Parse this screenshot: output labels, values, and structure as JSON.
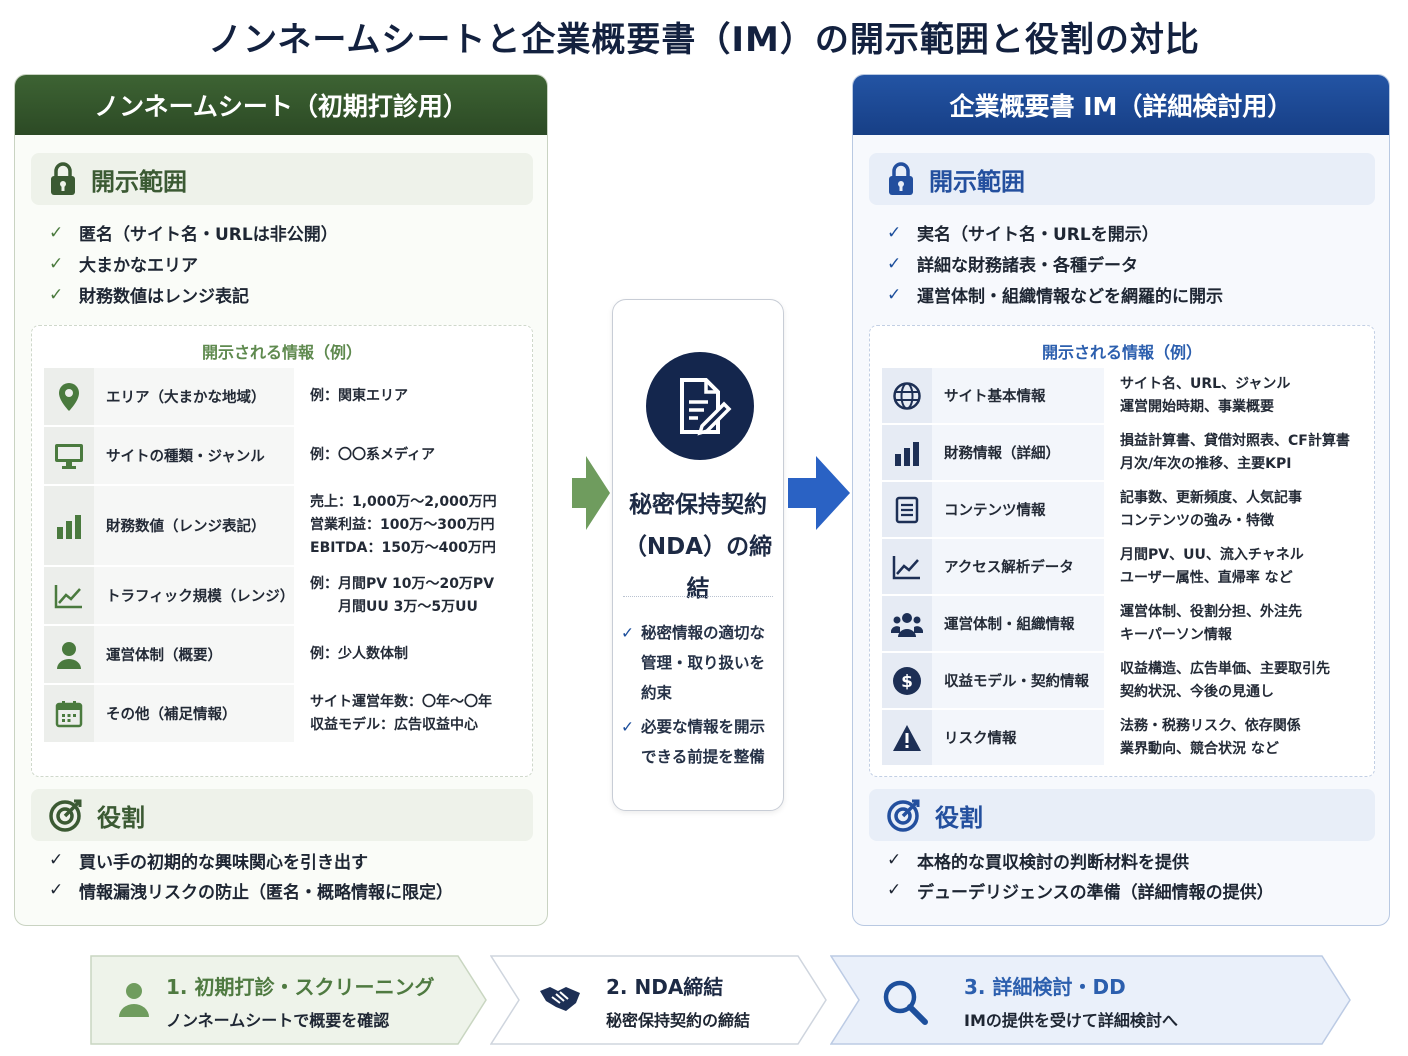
{
  "title": "ノンネームシートと企業概要書（IM）の開示範囲と役割の対比",
  "colors": {
    "green": "#2c4a25",
    "blue": "#173f86",
    "navy": "#14264d"
  },
  "left": {
    "header": "ノンネームシート（初期打診用）",
    "scope_heading": "開示範囲",
    "scope_items": [
      "匿名（サイト名・URLは非公開）",
      "大まかなエリア",
      "財務数値はレンジ表記"
    ],
    "info_title": "開示される情報（例）",
    "rows": [
      {
        "icon": "location-pin-icon",
        "label": "エリア（大まかな地域）",
        "values": [
          "例：関東エリア"
        ]
      },
      {
        "icon": "monitor-icon",
        "label": "サイトの種類・ジャンル",
        "values": [
          "例：〇〇系メディア"
        ]
      },
      {
        "icon": "bar-chart-icon",
        "label": "財務数値（レンジ表記）",
        "values": [
          "売上：1,000万～2,000万円",
          "営業利益：100万～300万円",
          "EBITDA：150万～400万円"
        ]
      },
      {
        "icon": "line-chart-icon",
        "label": "トラフィック規模（レンジ）",
        "values": [
          "例：月間PV 10万～20万PV",
          "　　月間UU 3万～5万UU"
        ]
      },
      {
        "icon": "person-icon",
        "label": "運営体制（概要）",
        "values": [
          "例：少人数体制"
        ]
      },
      {
        "icon": "calendar-icon",
        "label": "その他（補足情報）",
        "values": [
          "サイト運営年数：〇年～〇年",
          "収益モデル：広告収益中心"
        ]
      }
    ],
    "role_heading": "役割",
    "role_items": [
      "買い手の初期的な興味関心を引き出す",
      "情報漏洩リスクの防止（匿名・概略情報に限定）"
    ]
  },
  "right": {
    "header": "企業概要書 IM（詳細検討用）",
    "scope_heading": "開示範囲",
    "scope_items": [
      "実名（サイト名・URLを開示）",
      "詳細な財務諸表・各種データ",
      "運営体制・組織情報などを網羅的に開示"
    ],
    "info_title": "開示される情報（例）",
    "rows": [
      {
        "icon": "globe-icon",
        "label": "サイト基本情報",
        "values": [
          "サイト名、URL、ジャンル",
          "運営開始時期、事業概要"
        ]
      },
      {
        "icon": "bar-chart-icon",
        "label": "財務情報（詳細）",
        "values": [
          "損益計算書、貸借対照表、CF計算書",
          "月次/年次の推移、主要KPI"
        ]
      },
      {
        "icon": "document-icon",
        "label": "コンテンツ情報",
        "values": [
          "記事数、更新頻度、人気記事",
          "コンテンツの強み・特徴"
        ]
      },
      {
        "icon": "line-chart-icon",
        "label": "アクセス解析データ",
        "values": [
          "月間PV、UU、流入チャネル",
          "ユーザー属性、直帰率 など"
        ]
      },
      {
        "icon": "team-icon",
        "label": "運営体制・組織情報",
        "values": [
          "運営体制、役割分担、外注先",
          "キーパーソン情報"
        ]
      },
      {
        "icon": "dollar-icon",
        "label": "収益モデル・契約情報",
        "values": [
          "収益構造、広告単価、主要取引先",
          "契約状況、今後の見通し"
        ]
      },
      {
        "icon": "warning-icon",
        "label": "リスク情報",
        "values": [
          "法務・税務リスク、依存関係",
          "業界動向、競合状況 など"
        ]
      }
    ],
    "role_heading": "役割",
    "role_items": [
      "本格的な買収検討の判断材料を提供",
      "デューデリジェンスの準備（詳細情報の提供）"
    ]
  },
  "nda": {
    "title_line1": "秘密保持契約",
    "title_line2": "（NDA）の締結",
    "points": [
      [
        "秘密情報の適切な",
        "管理・取り扱いを",
        "約束"
      ],
      [
        "必要な情報を開示",
        "できる前提を整備"
      ]
    ]
  },
  "steps": [
    {
      "title": "1. 初期打診・スクリーニング",
      "sub": "ノンネームシートで概要を確認"
    },
    {
      "title": "2.  NDA締結",
      "sub": "秘密保持契約の締結"
    },
    {
      "title": "3. 詳細検討・DD",
      "sub": "IMの提供を受けて詳細検討へ"
    }
  ]
}
